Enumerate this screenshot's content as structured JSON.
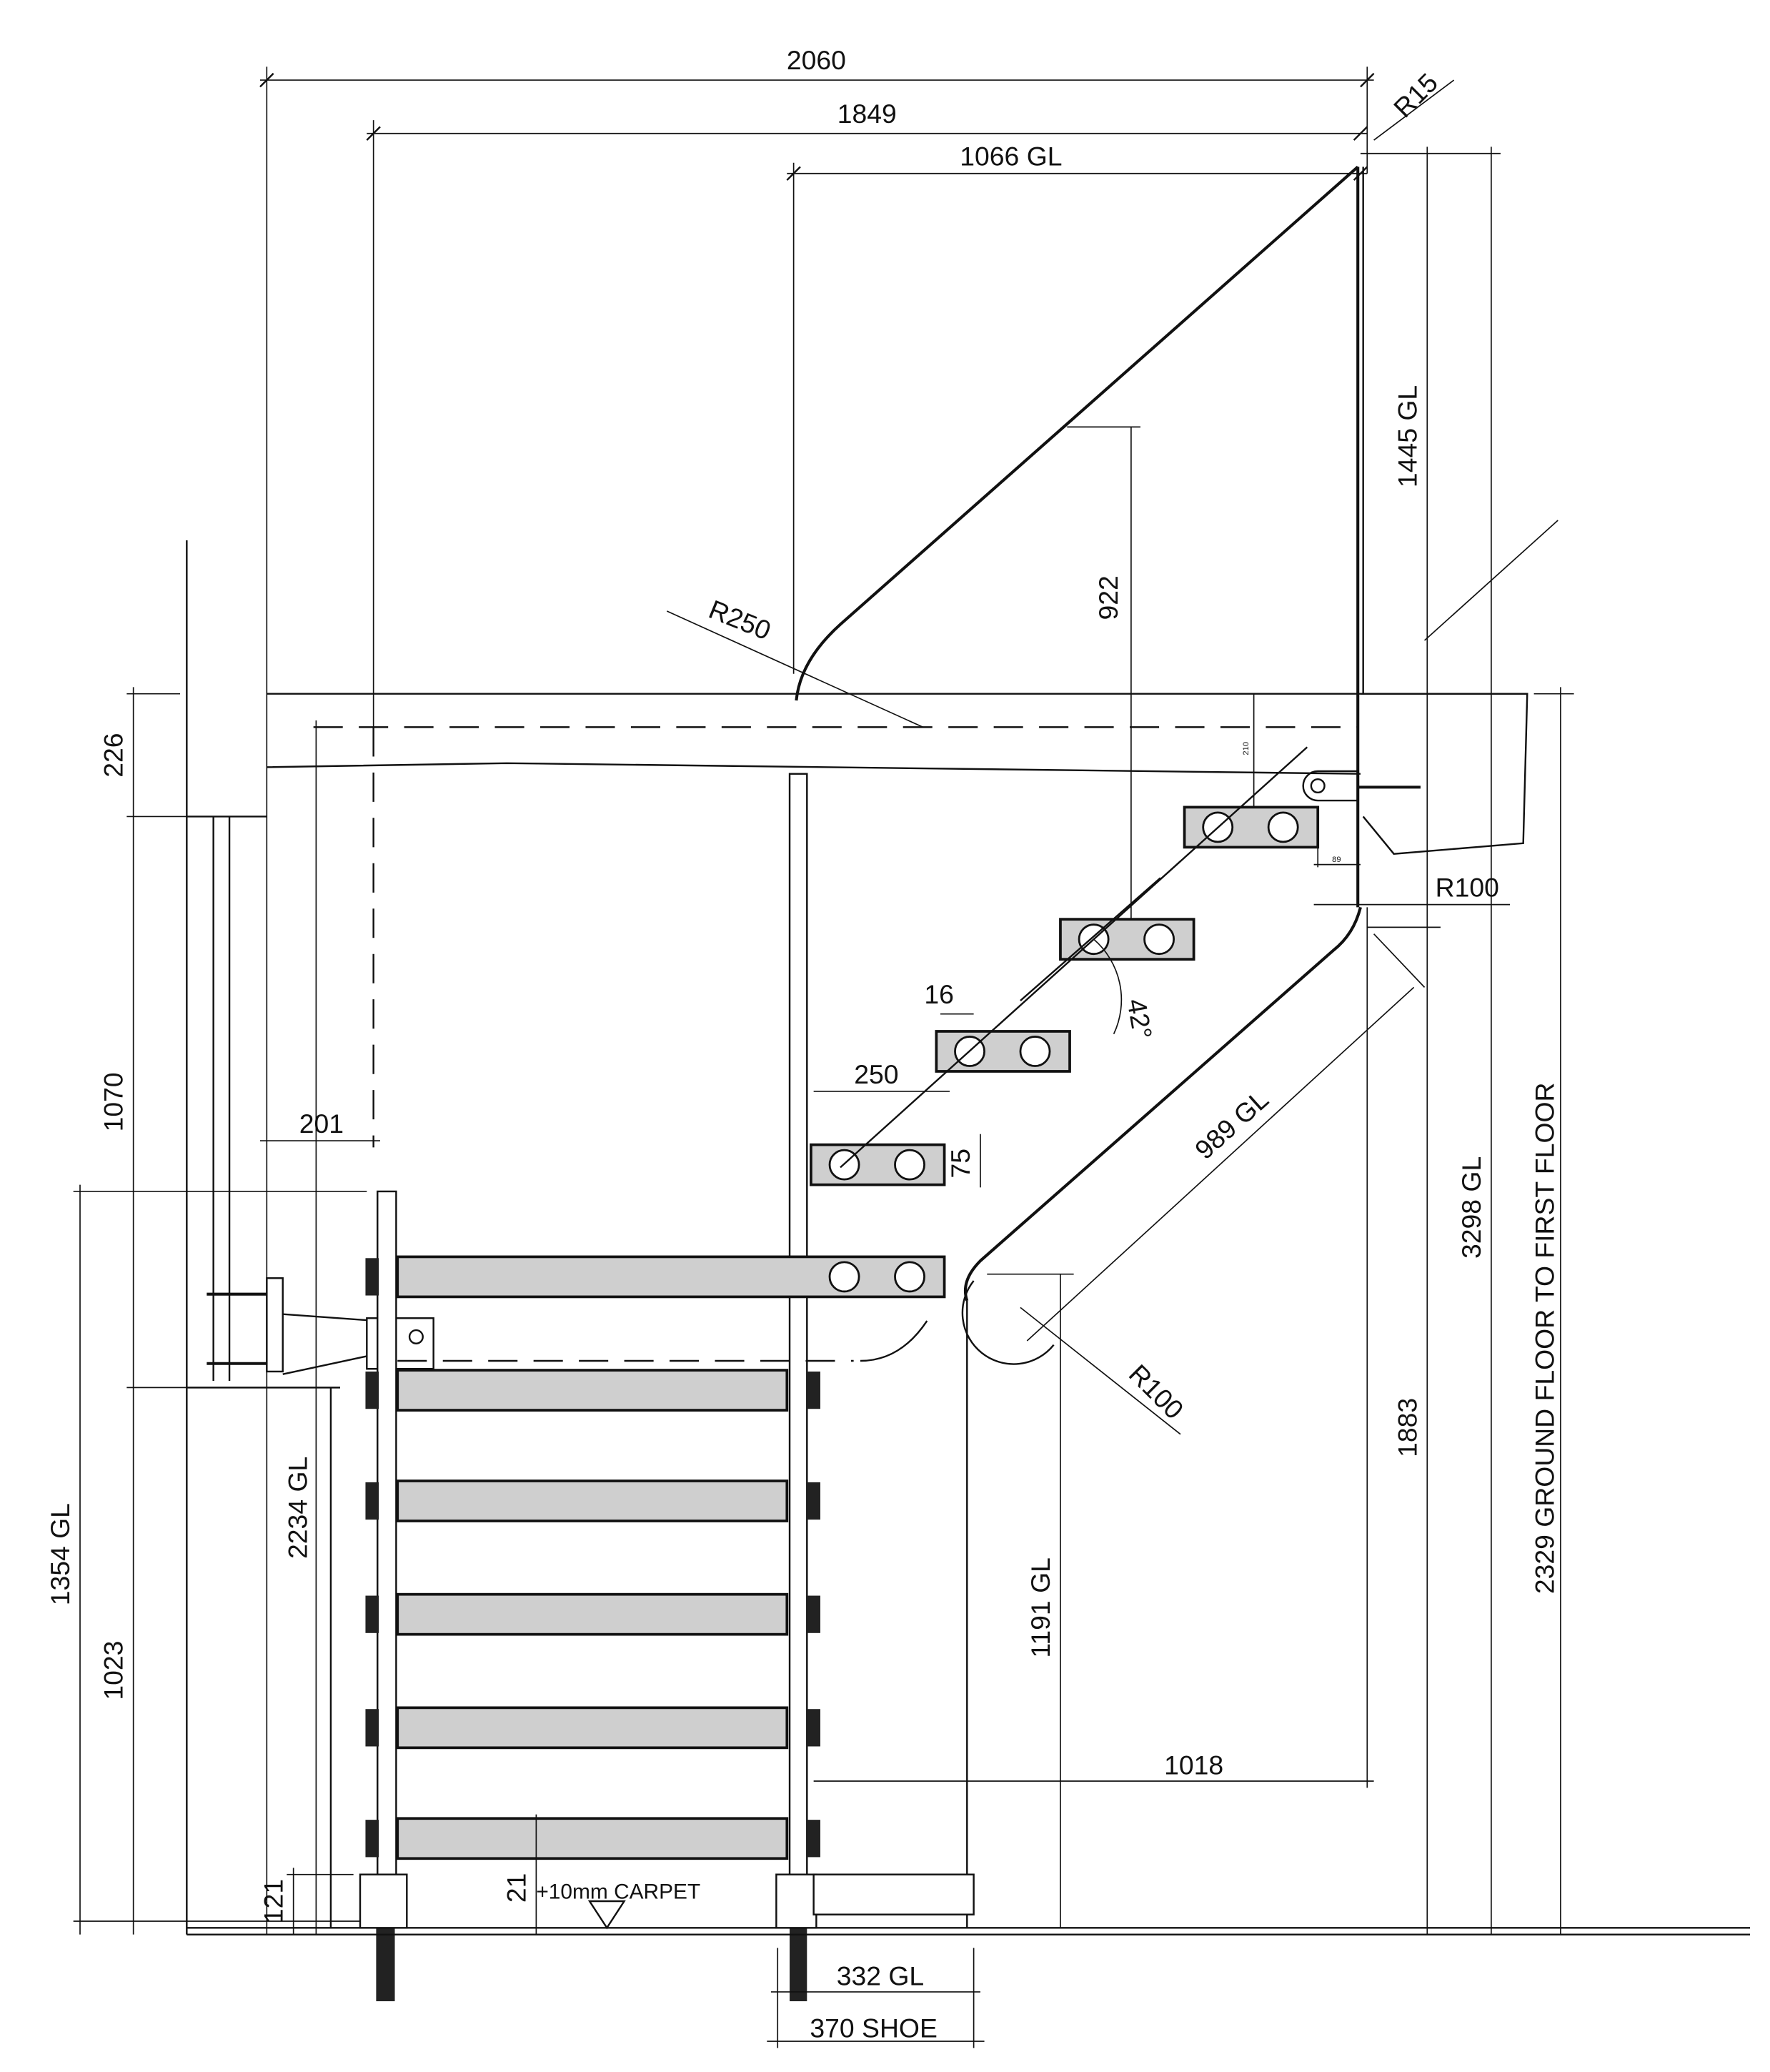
{
  "dimensions": {
    "top_overall": "2060",
    "top_1849": "1849",
    "top_glass": "1066 GL",
    "radius_top": "R15",
    "right_upper_glass": "1445 GL",
    "rake_922": "922",
    "radius_250": "R250",
    "left_226": "226",
    "left_1070": "1070",
    "left_1023": "1023",
    "left_glass_1354": "1354 GL",
    "left_glass_2234": "2234 GL",
    "left_121": "121",
    "offset_201": "201",
    "small_210": "210",
    "small_89": "89",
    "radius_100_upper": "R100",
    "nosing_16": "16",
    "angle_42": "42°",
    "going_250": "250",
    "tread_75": "75",
    "lower_glass_989": "989 GL",
    "right_3298": "3298 GL",
    "floor_to_floor": "2329 GROUND FLOOR TO FIRST FLOOR",
    "right_1883": "1883",
    "radius_100_lower": "R100",
    "glass_1191": "1191 GL",
    "bottom_1018": "1018",
    "bottom_21": "21",
    "carpet_note": "+10mm CARPET",
    "shoe_glass_332": "332 GL",
    "shoe_370": "370 SHOE"
  }
}
